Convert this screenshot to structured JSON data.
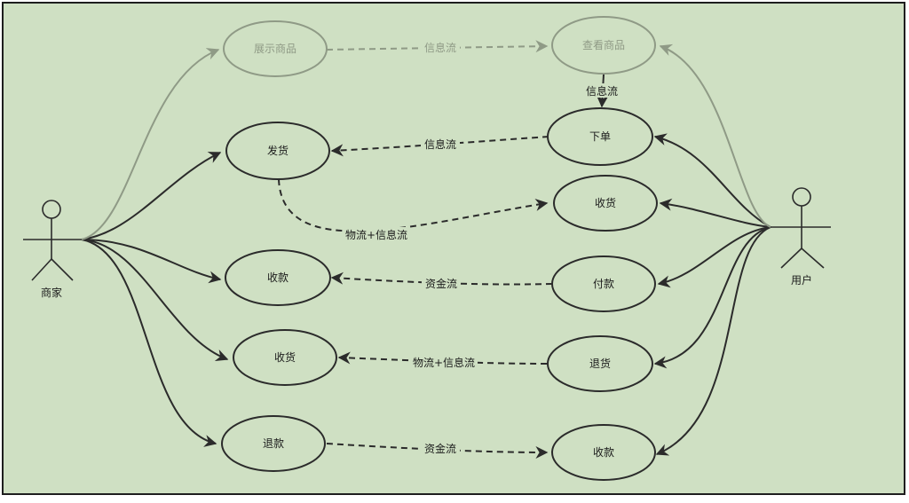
{
  "diagram": {
    "background": "#cfe0c3",
    "border_color": "#1e1e1e",
    "line_color": "#2b2b2b",
    "faded_color": "#8f9a86",
    "actors": {
      "merchant": {
        "label": "商家"
      },
      "user": {
        "label": "用户"
      }
    },
    "left_nodes": {
      "display": "展示商品",
      "ship": "发货",
      "collect_payment": "收款",
      "receive_goods": "收货",
      "refund": "退款"
    },
    "right_nodes": {
      "view": "查看商品",
      "order": "下单",
      "receive": "收货",
      "pay": "付款",
      "return_goods": "退货",
      "refund_receive": "收款"
    },
    "flows": {
      "display_view": "信息流",
      "view_order": "信息流",
      "order_ship": "信息流",
      "ship_receive": "物流+信息流",
      "pay_collect": "资金流",
      "return_receive": "物流+信息流",
      "refund_receive": "资金流"
    }
  }
}
